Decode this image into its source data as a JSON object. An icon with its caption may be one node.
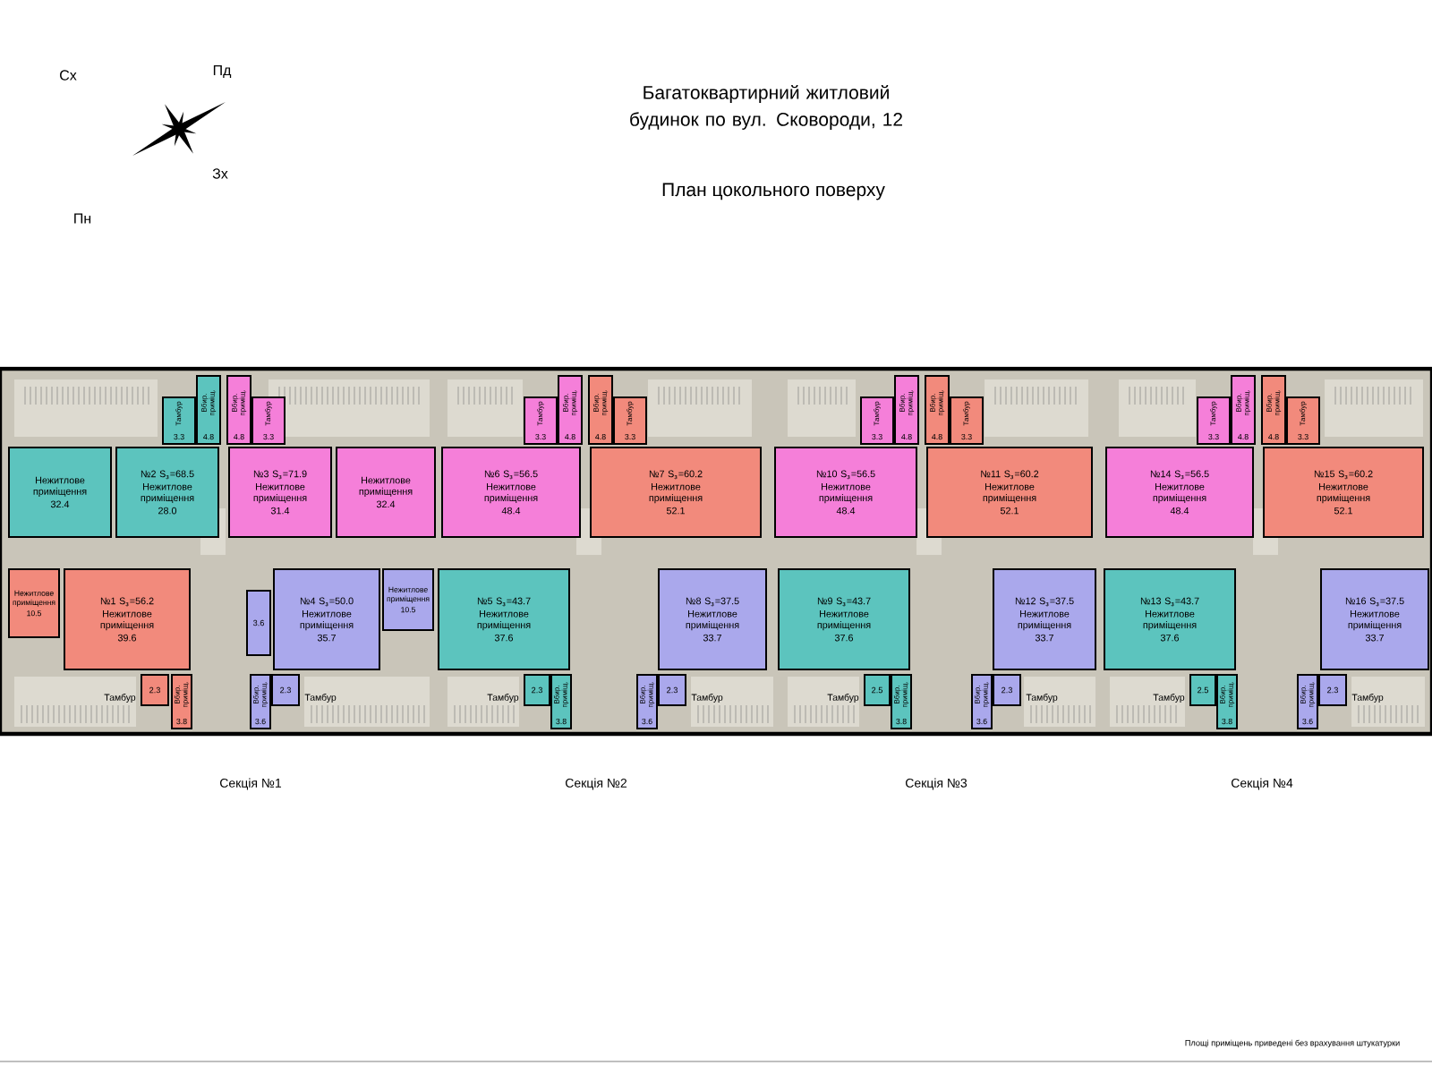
{
  "diagram": {
    "title": "Багатоквартирний житловий будинок по вул. Сковороди, 12",
    "nodes": [
      {
        "text": [
          "Нежитлове приміщення",
          "32.4"
        ]
      },
      {
        "text": [
          "№2 S$_{з}$=68.5",
          "Нежитлове приміщення",
          "28.0"
        ]
      },
      {
        "text": [
          "Тамбур",
          "3.3"
        ]
      },
      {
        "text": [
          "Вбир. приміщ.",
          "4.8"
        ]
      },
      {
        "text": [
          "Вбир. приміщ.",
          "4.8"
        ]
      },
      {
        "text": [
          "Тамбур",
          "3.3"
        ]
      },
      {
        "text": [
          "№3 S$_{з}$=71.9",
          "Нежитлове приміщення",
          "31.4"
        ]
      },
      {
        "text": [
          "Нежитлове приміщення",
          "32.4"
        ]
      },
      {
        "text": [
          "№6 S$_{з}$=56.5",
          "Нежитлове приміщення",
          "48.4"
        ]
      },
      {
        "text": [
          "Тамбур",
          "3.3"
        ]
      },
      {
        "text": [
          "Вбир. приміщ.",
          "4.8"
        ]
      },
      {
        "text": [
          "Вбир. приміщ.",
          "4.8"
        ]
      },
      {
        "text": [
          "Тамбур",
          "3.3"
        ]
      },
      {
        "text": [
          "№7 S$_{з}$=60.2",
          "Нежитлове приміщення",
          "52.1"
        ]
      },
      {
        "text": [
          "№10 S$_{з}$=56.5",
          "Нежитлове приміщення",
          "48.4"
        ]
      },
      {
        "text": [
          "Тамбур",
          "3.3"
        ]
      },
      {
        "text": [
          "Вбир. приміщ.",
          "4.8"
        ]
      },
      {
        "text": [
          "Вбир. приміщ.",
          "4.8"
        ]
      },
      {
        "text": [
          "Тамбур",
          "3.3"
        ]
      },
      {
        "text": [
          "№11 S$_{з}$=60.2",
          "Нежитлове приміщення",
          "52.1"
        ]
      },
      {
        "text": [
          "№14 S$_{з}$=56.5",
          "Нежитлове приміщення",
          "48.4"
        ]
      },
      {
        "text": [
          "Тамбур",
          "3.3"
        ]
      },
      {
        "text": [
          "Вбир. приміщ.",
          "4.8"
        ]
      },
      {
        "text": [
          "Вбир. приміщ.",
          "4.8"
        ]
      },
      {
        "text": [
          "Тамбур",
          "3.3"
        ]
      },
      {
        "text": [
          "№15 S$_{з}$=60.2",
          "Нежитлове приміщення",
          "52.1"
        ]
      },
      {
        "text": [
          "Нежитлове приміщення",
          "10.5"
        ]
      },
      {
        "text": [
          "№1 S$_{з}$=56.2",
          "Нежитлове приміщення",
          "39.6"
        ]
      },
      {
        "text": [
          "2.3"
        ],
        "beside": [
          "Тамбур"
        ]
      },
      {
        "text": [
          "Вбир. приміщ.",
          "3.8"
        ]
      },
      {
        "text": [
          "№4 S$_{з}$=50.0",
          "Нежитлове приміщення",
          "35.7"
        ]
      },
      {
        "text": [
          "3.6"
        ]
      },
      {
        "text": [
          "Нежитлове приміщення",
          "10.5"
        ]
      },
      {
        "text": [
          "Вбир. приміщ.",
          "3.6"
        ]
      },
      {
        "text": [
          "2.3"
        ],
        "beside": [
          "Тамбур"
        ]
      },
      {
        "text": [
          "№5 S$_{з}$=43.7",
          "Нежитлове приміщення",
          "37.6"
        ]
      },
      {
        "text": [
          "2.3"
        ],
        "beside": [
          "Тамбур"
        ]
      },
      {
        "text": [
          "Вбир. приміщ.",
          "3.8"
        ]
      },
      {
        "text": [
          "№8 S$_{з}$=37.5",
          "Нежитлове приміщення",
          "33.7"
        ]
      },
      {
        "text": [
          "Вбир. приміщ.",
          "3.6"
        ]
      },
      {
        "text": [
          "2.3"
        ],
        "beside": [
          "Тамбур"
        ]
      },
      {
        "text": [
          "№9 S$_{з}$=43.7",
          "Нежитлове приміщення",
          "37.6"
        ]
      },
      {
        "text": [
          "2.5"
        ],
        "beside": [
          "Тамбур"
        ]
      },
      {
        "text": [
          "Вбир. приміщ.",
          "3.8"
        ]
      },
      {
        "text": [
          "№12 S$_{з}$=37.5",
          "Нежитлове приміщення",
          "33.7"
        ]
      },
      {
        "text": [
          "Вбир. приміщ.",
          "3.6"
        ]
      },
      {
        "text": [
          "2.3"
        ],
        "beside": [
          "Тамбур"
        ]
      },
      {
        "text": [
          "№13 S$_{з}$=43.7",
          "Нежитлове приміщення",
          "37.6"
        ]
      },
      {
        "text": [
          "2.5"
        ],
        "beside": [
          "Тамбур"
        ]
      },
      {
        "text": [
          "Вбир. приміщ.",
          "3.8"
        ]
      },
      {
        "text": [
          "№16 S$_{з}$=37.5",
          "Нежитлове приміщення",
          "33.7"
        ]
      },
      {
        "text": [
          "Вбир. приміщ.",
          "3.6"
        ]
      },
      {
        "text": [
          "2.3"
        ],
        "beside": [
          "Тамбур"
        ]
      }
    ],
    "labels": [
      "Сх",
      "Пд",
      "Зх",
      "Пн",
      "План цокольного поверху",
      "Секція №1",
      "Секція №2",
      "Секція №3",
      "Секція №4",
      "Площі приміщень приведені без врахування штукатурки"
    ]
  }
}
